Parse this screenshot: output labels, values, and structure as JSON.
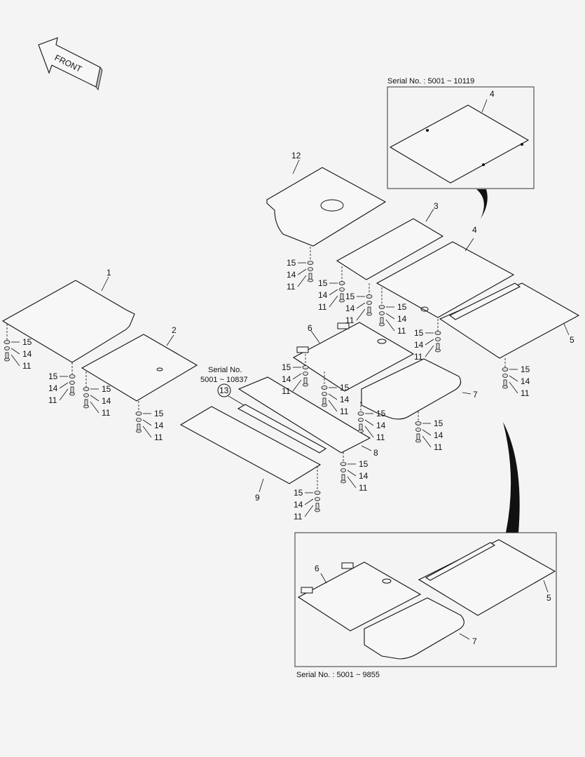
{
  "front_label": "FRONT",
  "inset_top": {
    "serial": "Serial No. : 5001 ~ 10119",
    "part": "4"
  },
  "inset_bottom": {
    "serial": "Serial No. : 5001 ~ 9855",
    "parts": [
      "6",
      "5",
      "7"
    ]
  },
  "serial_note": {
    "line1": "Serial No.",
    "line2": "5001 ~ 10837",
    "part": "13"
  },
  "parts": {
    "p1": "1",
    "p2": "2",
    "p3": "3",
    "p4": "4",
    "p5": "5",
    "p6": "6",
    "p7": "7",
    "p8": "8",
    "p9": "9",
    "p12": "12"
  },
  "hardware": {
    "washer": "15",
    "spring": "14",
    "bolt": "11"
  }
}
